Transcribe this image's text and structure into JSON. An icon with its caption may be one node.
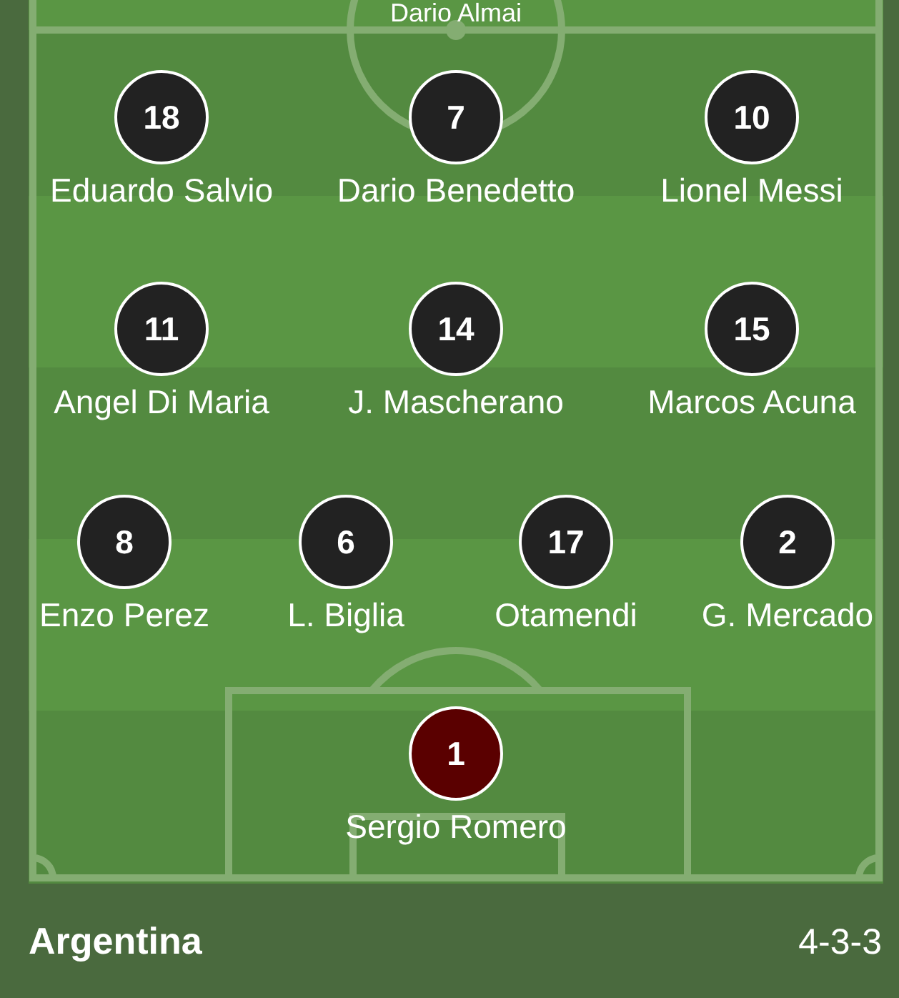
{
  "diagram": {
    "nodes": [
      {
        "text": [
          "18"
        ],
        "beside": [
          "Eduardo Salvio"
        ]
      },
      {
        "text": [
          "7"
        ],
        "beside": [
          "Dario Benedetto"
        ]
      },
      {
        "text": [
          "10"
        ],
        "beside": [
          "Lionel Messi"
        ]
      },
      {
        "text": [
          "11"
        ],
        "beside": [
          "Angel Di Maria"
        ]
      },
      {
        "text": [
          "14"
        ],
        "beside": [
          "J. Mascherano"
        ]
      },
      {
        "text": [
          "15"
        ],
        "beside": [
          "Marcos Acuna"
        ]
      },
      {
        "text": [
          "8"
        ],
        "beside": [
          "Enzo Perez"
        ]
      },
      {
        "text": [
          "6"
        ],
        "beside": [
          "L. Biglia"
        ]
      },
      {
        "text": [
          "17"
        ],
        "beside": [
          "Otamendi"
        ]
      },
      {
        "text": [
          "2"
        ],
        "beside": [
          "G. Mercado"
        ]
      },
      {
        "text": [
          "1"
        ],
        "beside": [
          "Sergio Romero"
        ]
      }
    ],
    "labels": [
      "Dario Almai",
      "Argentina",
      "4-3-3"
    ]
  }
}
